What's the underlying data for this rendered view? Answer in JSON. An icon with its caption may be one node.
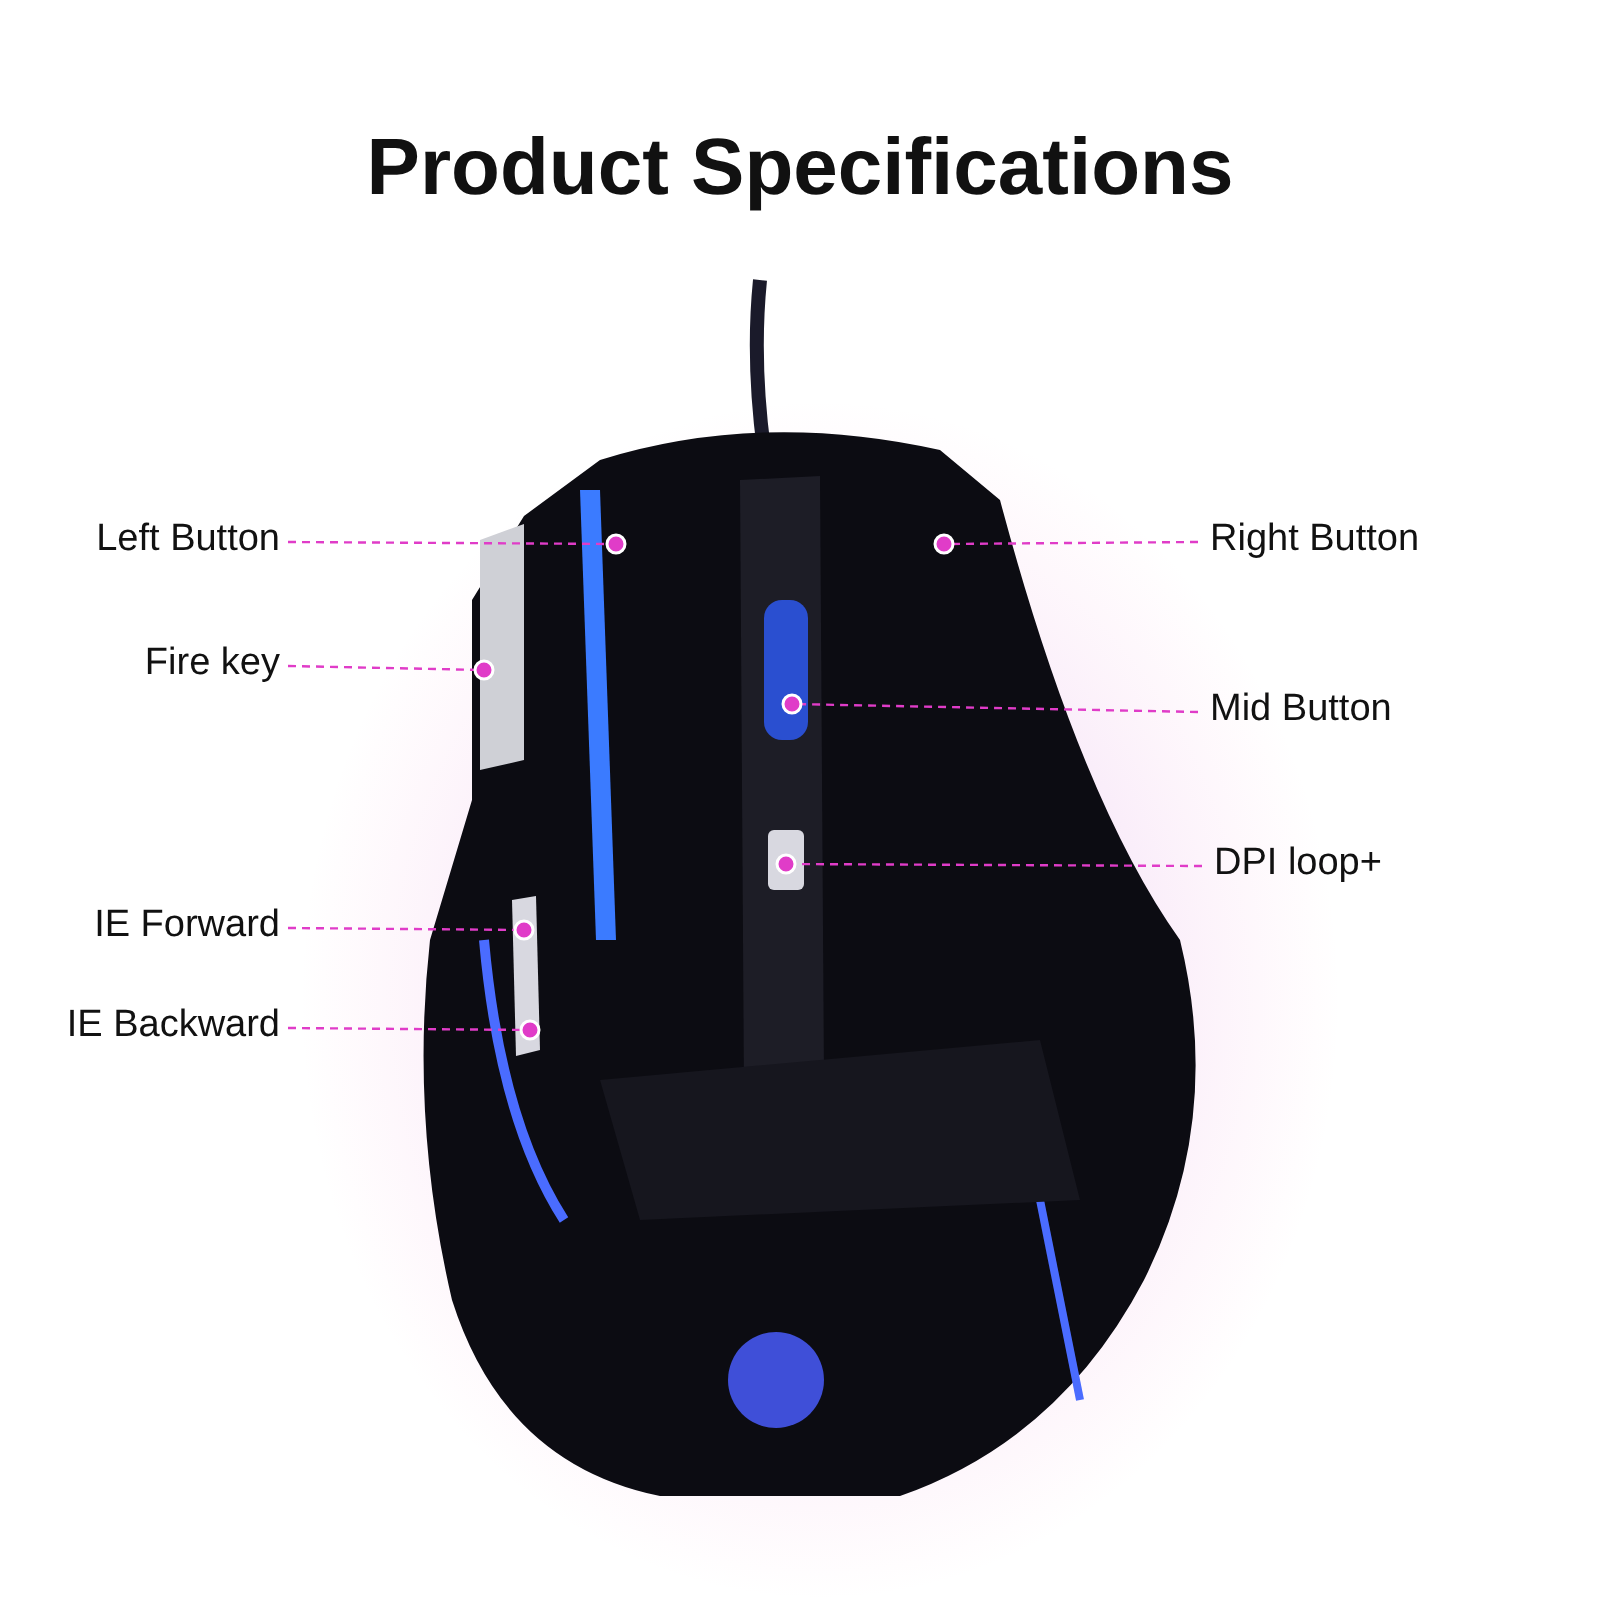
{
  "diagram": {
    "title": "Product Specifications",
    "nodes": [
      {
        "text": [
          "Left Button"
        ]
      },
      {
        "text": [
          "Right Button"
        ]
      },
      {
        "text": [
          "Fire key"
        ]
      },
      {
        "text": [
          "Mid Button"
        ]
      },
      {
        "text": [
          "DPI loop+"
        ]
      },
      {
        "text": [
          "IE Forward"
        ]
      },
      {
        "text": [
          "IE Backward"
        ]
      }
    ],
    "edges": [
      {
        "from": 0,
        "to": null,
        "arrow": "other",
        "style": "dashed"
      },
      {
        "from": 1,
        "to": null,
        "arrow": "other",
        "style": "dashed"
      },
      {
        "from": 2,
        "to": null,
        "arrow": "other",
        "style": "dashed"
      },
      {
        "from": 3,
        "to": null,
        "arrow": "other",
        "style": "dashed"
      },
      {
        "from": 4,
        "to": null,
        "arrow": "other",
        "style": "dashed"
      },
      {
        "from": 5,
        "to": null,
        "arrow": "other",
        "style": "dashed"
      },
      {
        "from": 6,
        "to": null,
        "arrow": "other",
        "style": "dashed"
      }
    ]
  }
}
